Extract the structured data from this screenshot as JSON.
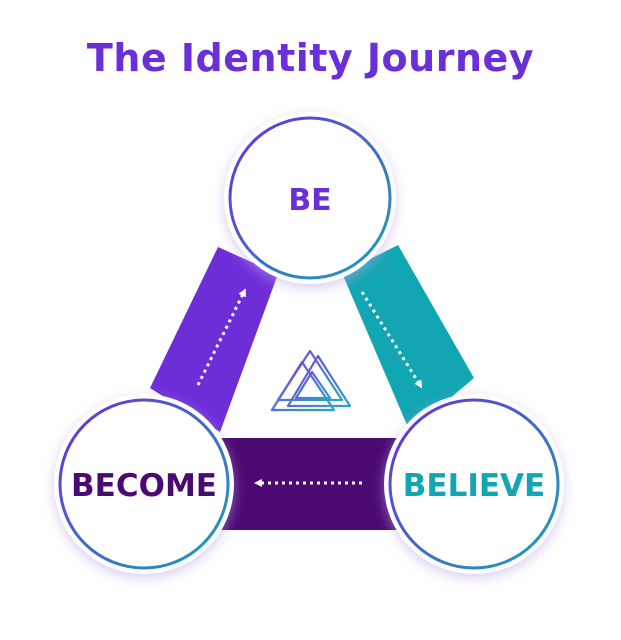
{
  "title": "The Identity Journey",
  "nodes": [
    {
      "key": "be",
      "label": "BE",
      "color": "#6a2fd6"
    },
    {
      "key": "believe",
      "label": "BELIEVE",
      "color": "#12a6b2"
    },
    {
      "key": "become",
      "label": "BECOME",
      "color": "#4b0a72"
    }
  ],
  "connectors": [
    {
      "from": "BECOME",
      "to": "BE",
      "color": "#6d2ed8"
    },
    {
      "from": "BE",
      "to": "BELIEVE",
      "color": "#12a6b2"
    },
    {
      "from": "BELIEVE",
      "to": "BECOME",
      "color": "#4b0a72"
    }
  ],
  "center_icon": "triangle-logo-icon"
}
